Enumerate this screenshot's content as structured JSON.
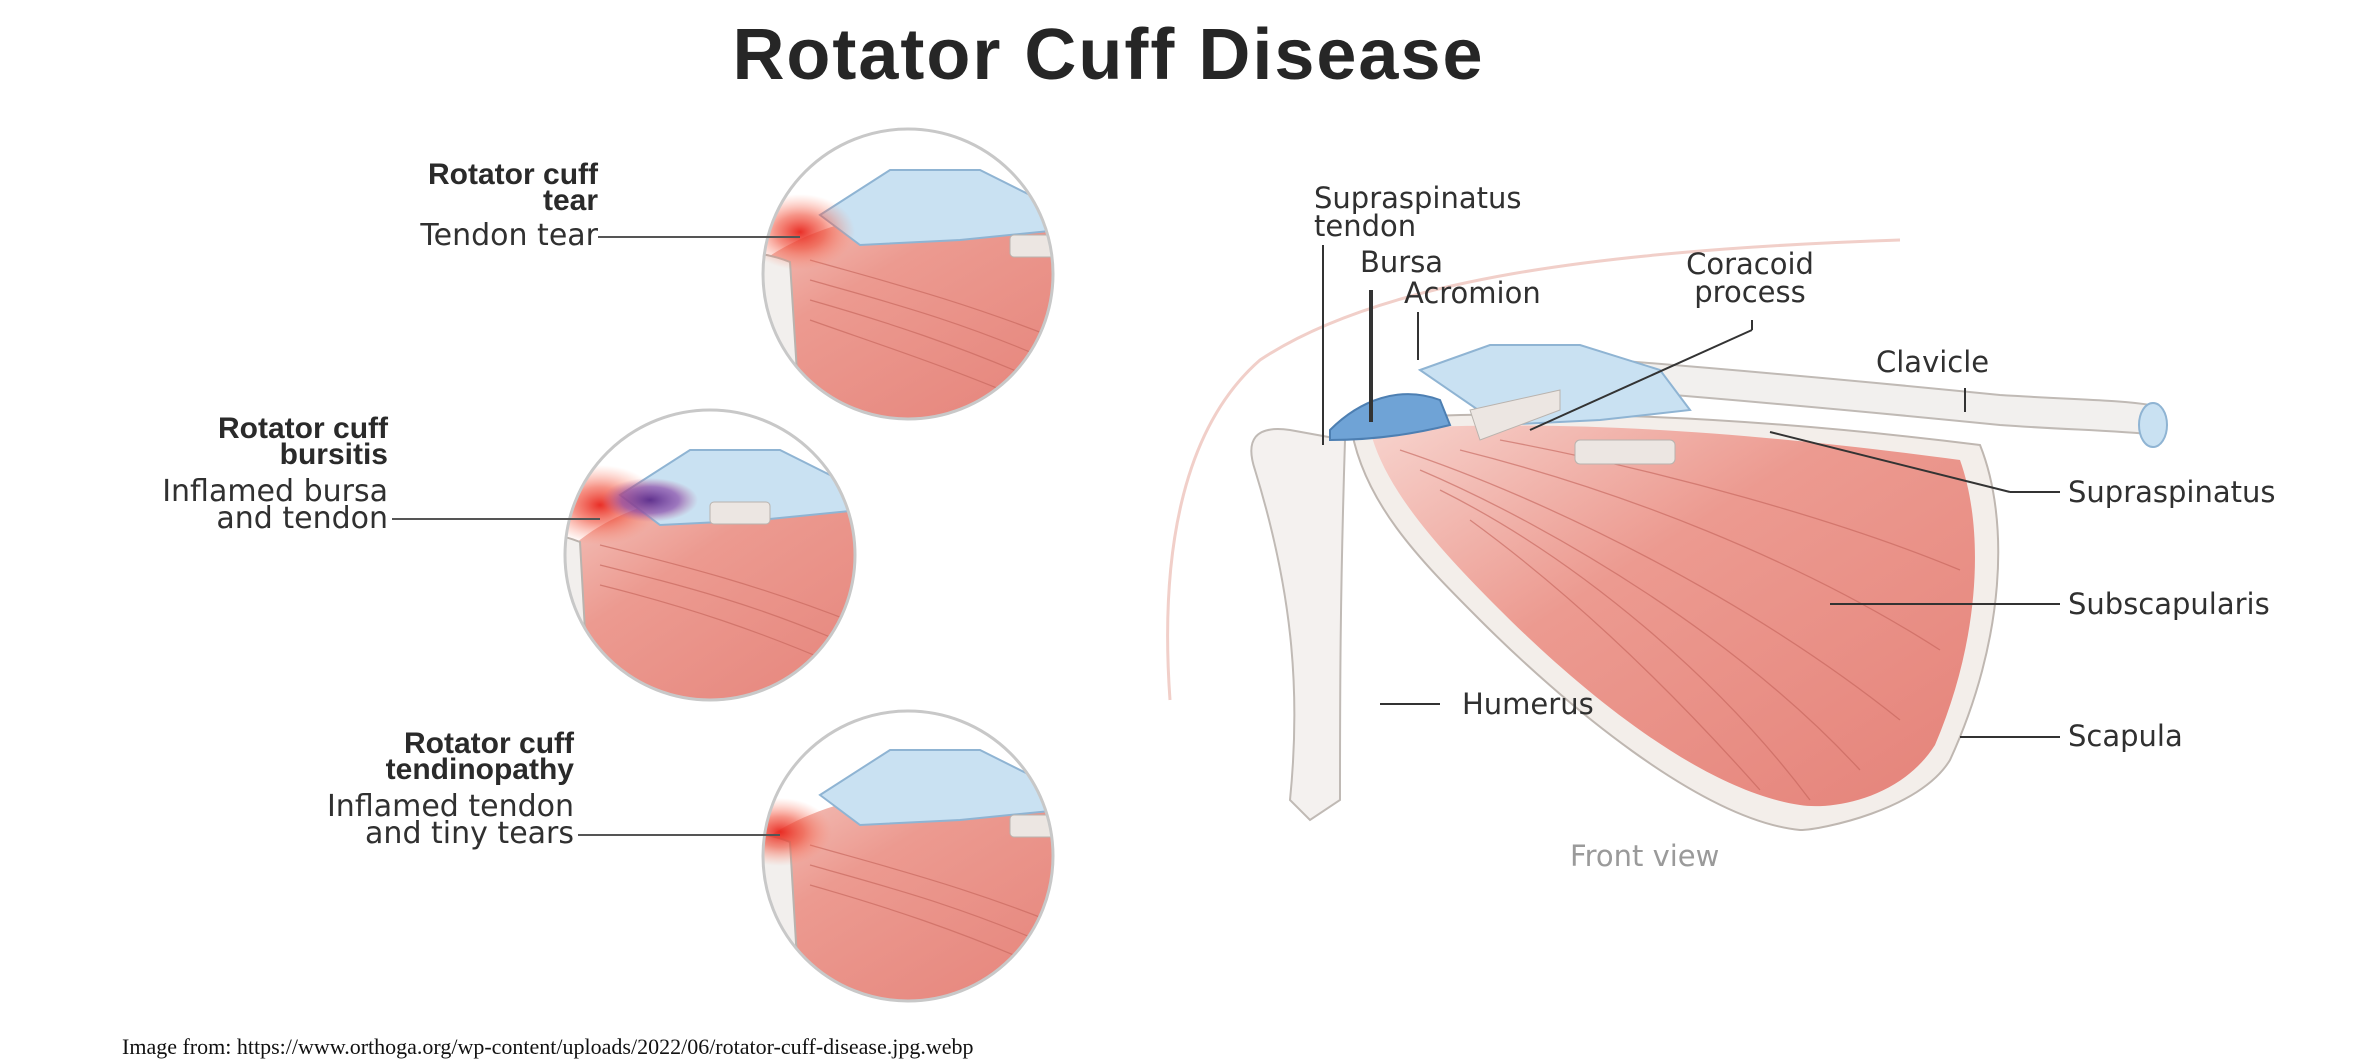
{
  "title": "Rotator Cuff Disease",
  "panels": {
    "tear": {
      "heading_line1": "Rotator cuff",
      "heading_line2": "tear",
      "label": "Tendon tear"
    },
    "bursitis": {
      "heading_line1": "Rotator cuff",
      "heading_line2": "bursitis",
      "label_line1": "Inflamed bursa",
      "label_line2": "and tendon"
    },
    "tendinopathy": {
      "heading_line1": "Rotator cuff",
      "heading_line2": "tendinopathy",
      "label_line1": "Inflamed tendon",
      "label_line2": "and tiny tears"
    }
  },
  "front_view": {
    "supraspinatus_tendon_line1": "Supraspinatus",
    "supraspinatus_tendon_line2": "tendon",
    "bursa": "Bursa",
    "acromion": "Acromion",
    "coracoid_line1": "Coracoid",
    "coracoid_line2": "process",
    "clavicle": "Clavicle",
    "supraspinatus": "Supraspinatus",
    "subscapularis": "Subscapularis",
    "humerus": "Humerus",
    "scapula": "Scapula",
    "caption": "Front view"
  },
  "credit": "Image from: https://www.orthoga.org/wp-content/uploads/2022/06/rotator-cuff-disease.jpg.webp",
  "colors": {
    "muscle": "#e98d84",
    "muscle_light": "#f4c3bc",
    "bone": "#f2efed",
    "tendon": "#c9e1f2",
    "bursa": "#6fa3d6",
    "inflammation": "#e8241c",
    "inflamed_bursa": "#7a3fa0"
  }
}
